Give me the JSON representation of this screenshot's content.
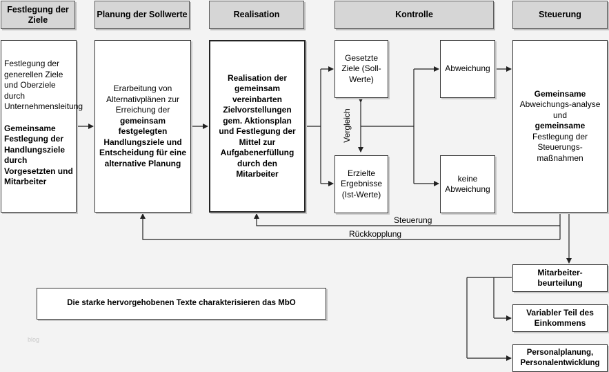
{
  "headers": {
    "ziele": "Festlegung der Ziele",
    "planung": "Planung der Sollwerte",
    "realisation": "Realisation",
    "kontrolle": "Kontrolle",
    "steuerung": "Steuerung"
  },
  "box_ziele": {
    "normal": "Festlegung der generellen Ziele und Oberziele durch Unternehmensleitung",
    "bold": "Gemeinsame Festlegung der Handlungsziele durch Vorgesetzten und Mitarbeiter"
  },
  "box_planung": {
    "line1": "Erarbeitung von Alternativplänen zur Erreichung der",
    "bold": "gemeinsam festgelegten Handlungsziele und Entscheidung für eine alternative Planung"
  },
  "box_realisation": "Realisation der gemeinsam vereinbarten Zielvorstellungen gem. Aktionsplan und Festlegung der Mittel zur Aufgabenerfüllung durch den Mitarbeiter",
  "box_soll": "Gesetzte Ziele (Soll-Werte)",
  "box_ist": "Erzielte Ergebnisse (Ist-Werte)",
  "vergleich": "Vergleich",
  "box_abweichung": "Abweichung",
  "box_keine": "keine Abweichung",
  "box_steuerung": {
    "b1": "Gemeinsame",
    "n1": "Abweichungs-analyse und",
    "b2": "gemeinsame",
    "n2": "Festlegung der Steuerungs-maßnahmen"
  },
  "label_steuerung": "Steuerung",
  "label_rueck": "Rückkopplung",
  "box_mitarbeiter": "Mitarbeiter-beurteilung",
  "box_variabler": "Variabler Teil des Einkommens",
  "box_personal": "Personalplanung, Personalentwicklung",
  "note": "Die starke hervorgehobenen Texte charakterisieren das MbO",
  "watermark": "blog"
}
